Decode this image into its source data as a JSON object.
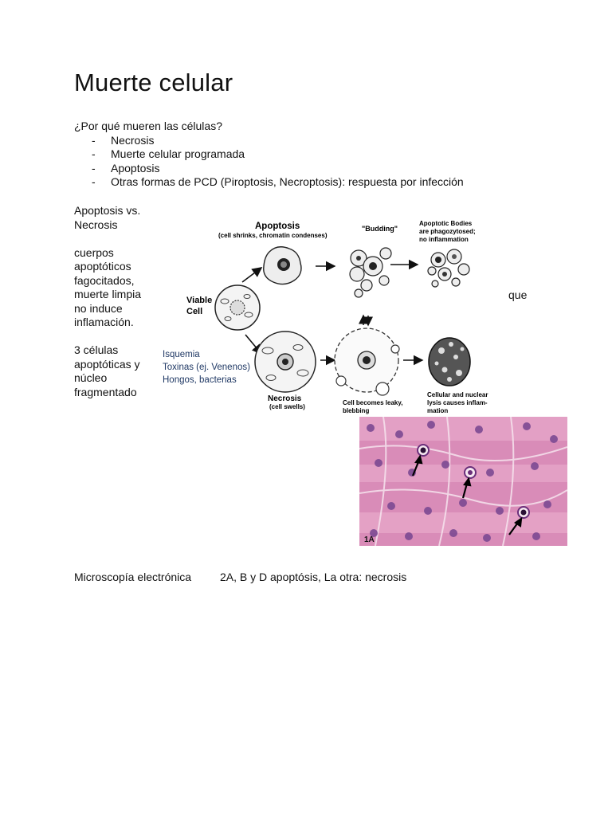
{
  "title": "Muerte celular",
  "question": "¿Por qué mueren las células?",
  "causes": [
    "Necrosis",
    "Muerte celular programada",
    "Apoptosis",
    "Otras formas de PCD (Piroptosis, Necroptosis): respuesta por infección"
  ],
  "side_notes": {
    "heading": "Apoptosis vs. Necrosis",
    "note1": "cuerpos apoptóticos fagocitados, muerte limpia no induce inflamación.",
    "note2": "3 células apoptóticas y núcleo fragmentado",
    "que": "que"
  },
  "diagram": {
    "apoptosis_title": "Apoptosis",
    "apoptosis_sub": "(cell shrinks, chromatin condenses)",
    "budding": "\"Budding\"",
    "bodies_1": "Apoptotic Bodies",
    "bodies_2": "are phagozytosed;",
    "bodies_3": "no inflammation",
    "viable_1": "Viable",
    "viable_2": "Cell",
    "cause_1": "Isquemia",
    "cause_2": "Toxinas (ej. Venenos)",
    "cause_3": "Hongos, bacterias",
    "necrosis_title": "Necrosis",
    "necrosis_sub": "(cell swells)",
    "leaky_1": "Cell becomes leaky,",
    "leaky_2": "blebbing",
    "lysis_1": "Cellular and nuclear",
    "lysis_2": "lysis causes inflam-",
    "lysis_3": "mation"
  },
  "micro_label": "1A",
  "footer": {
    "left": "Microscopía electrónica",
    "right": "2A, B y D apoptósis, La otra: necrosis"
  }
}
